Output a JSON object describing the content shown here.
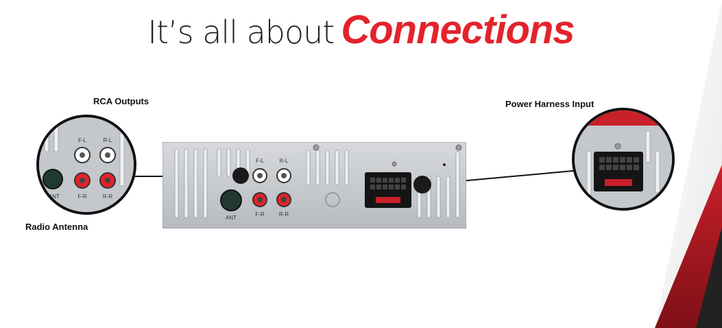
{
  "headline": {
    "prefix": "It’s all about",
    "emphasis": "Connections"
  },
  "callouts": {
    "rca_outputs": "RCA Outputs",
    "radio_antenna": "Radio Antenna",
    "power_harness": "Power Harness Input"
  },
  "panel_labels": {
    "front_left": "F-L",
    "rear_left": "R-L",
    "front_right": "F-R",
    "rear_right": "R-R",
    "antenna": "ANT"
  },
  "colors": {
    "accent": "#e3232c",
    "panel": "#c9ccd0",
    "stripe_dark": "#8a1018"
  }
}
